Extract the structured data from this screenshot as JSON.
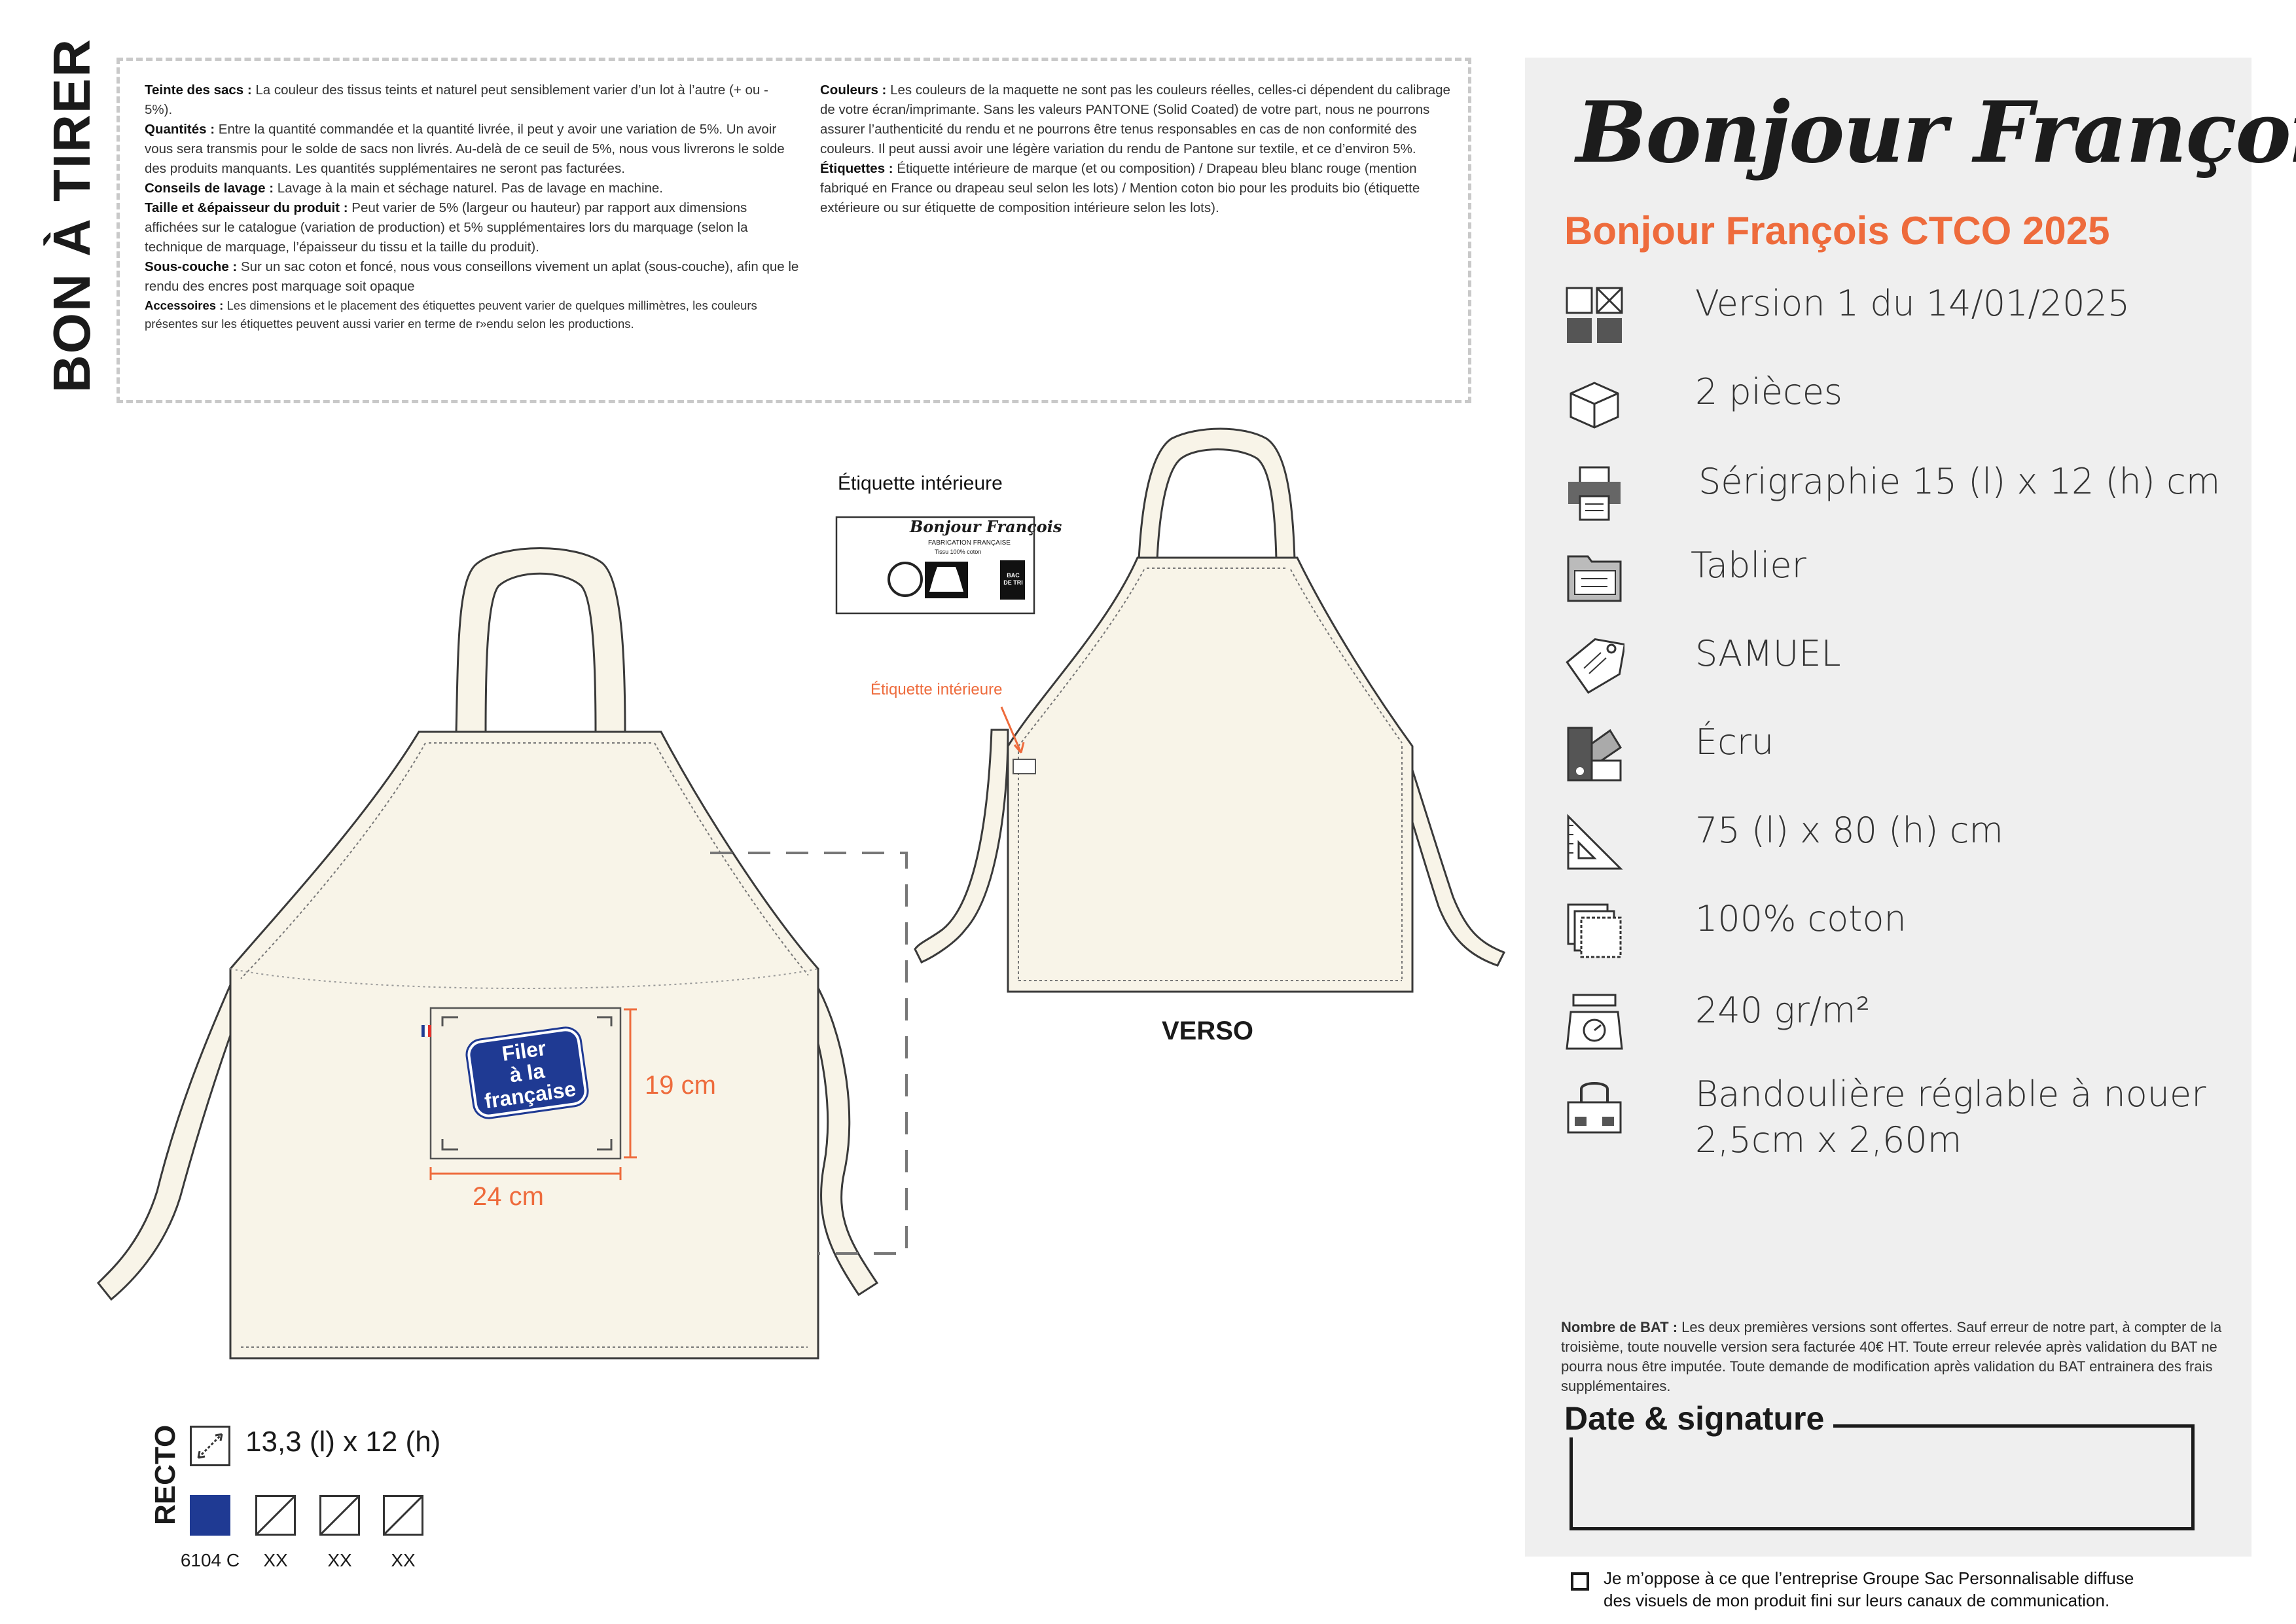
{
  "header": {
    "vertical_title": "BON À TIRER"
  },
  "notes": {
    "left": [
      {
        "label": "Teinte des sacs :",
        "text": " La couleur des tissus teints et naturel peut sensiblement varier d’un lot à l’autre (+ ou - 5%)."
      },
      {
        "label": "Quantités :",
        "text": " Entre la quantité commandée et la quantité livrée, il peut y avoir une variation de 5%. Un avoir vous sera transmis pour le solde de sacs non livrés. Au-delà de ce seuil de 5%, nous vous livrerons le solde des produits manquants. Les quantités supplémentaires ne seront pas facturées."
      },
      {
        "label": "Conseils de lavage :",
        "text": " Lavage à la main et séchage naturel. Pas de lavage en machine."
      },
      {
        "label": "Taille et &épaisseur du produit :",
        "text": " Peut varier de 5% (largeur ou hauteur) par rapport aux dimensions affichées sur le catalogue (variation de production) et 5% supplémentaires lors du marquage (selon la technique de marquage, l’épaisseur du tissu et la taille du produit)."
      },
      {
        "label": "Sous-couche :",
        "text": " Sur un sac coton et foncé, nous vous conseillons vivement un aplat (sous-couche), afin que le rendu des encres post marquage soit opaque"
      }
    ],
    "accessoires_label": "Accessoires :",
    "accessoires_text": " Les dimensions et le placement des étiquettes peuvent varier de quelques millimètres, les couleurs présentes sur les étiquettes peuvent aussi varier en terme de r»endu selon les productions.",
    "right": [
      {
        "label": "Couleurs :",
        "text": " Les couleurs de la maquette ne sont pas les couleurs réelles, celles-ci dépendent du calibrage de votre écran/imprimante. Sans les valeurs PANTONE (Solid Coated) de votre part, nous ne pourrons assurer l’authenticité du rendu et ne pourrons être tenus responsables en cas de non conformité des couleurs. Il peut aussi avoir une légère variation du rendu de Pantone sur textile, et ce d’environ 5%."
      },
      {
        "label": "Étiquettes :",
        "text": " Étiquette intérieure de marque (et ou composition) / Drapeau bleu blanc rouge (mention fabriqué en France ou drapeau seul selon les lots) / Mention coton bio pour les produits bio (étiquette extérieure ou sur étiquette de composition intérieure selon les lots)."
      }
    ]
  },
  "panel": {
    "brand": "Bonjour François",
    "project_title": "Bonjour François CTCO 2025",
    "specs": [
      {
        "icon": "version-grid-icon",
        "text": "Version 1 du 14/01/2025"
      },
      {
        "icon": "box-icon",
        "text": "2 pièces"
      },
      {
        "icon": "printer-icon",
        "text": "Sérigraphie 15 (l) x 12 (h) cm"
      },
      {
        "icon": "folder-icon",
        "text": "Tablier"
      },
      {
        "icon": "tag-icon",
        "text": "SAMUEL"
      },
      {
        "icon": "color-swatch-icon",
        "text": "Écru"
      },
      {
        "icon": "set-square-icon",
        "text": "75 (l) x 80 (h) cm"
      },
      {
        "icon": "fabric-icon",
        "text": "100% coton"
      },
      {
        "icon": "scale-icon",
        "text": "240 gr/m²"
      },
      {
        "icon": "bag-handle-icon",
        "text": "Bandoulière réglable à nouer",
        "text2": "2,5cm x 2,60m"
      }
    ],
    "bat_note_label": "Nombre de BAT :",
    "bat_note_text": " Les deux premières versions sont offertes. Sauf erreur de notre part, à compter de la troisième, toute nouvelle version sera facturée 40€ HT. Toute erreur relevée après validation du BAT ne pourra nous être imputée. Toute demande de modification après validation du BAT entrainera des frais supplémentaires.",
    "signature_label": "Date & signature",
    "optout_line1": "Je m’oppose à ce que l’entreprise Groupe Sac Personnalisable diffuse",
    "optout_line2": "des visuels de mon produit fini sur leurs canaux de communication."
  },
  "drawing": {
    "inner_label_title": "Étiquette intérieure",
    "inner_label_brand": "Bonjour François",
    "inner_label_line1": "FABRICATION FRANÇAISE",
    "inner_label_line2": "Tissu 100% coton",
    "inner_label_bac": "BAC DE TRI",
    "verso_pointer_label": "Étiquette intérieure",
    "verso_caption": "VERSO",
    "height_dim": "19 cm",
    "width_dim": "24 cm",
    "design_text": [
      "Filer",
      "à la",
      "française"
    ]
  },
  "recto": {
    "label": "RECTO",
    "size_text": "13,3 (l) x 12 (h)",
    "swatches": [
      {
        "label": "6104 C",
        "color": "#1f3a93"
      },
      {
        "label": "XX",
        "color": null
      },
      {
        "label": "XX",
        "color": null
      },
      {
        "label": "XX",
        "color": null
      }
    ]
  },
  "colors": {
    "accent": "#ee6b3c",
    "fabric": "#f8f4e8",
    "ink": "#1f3a93"
  }
}
